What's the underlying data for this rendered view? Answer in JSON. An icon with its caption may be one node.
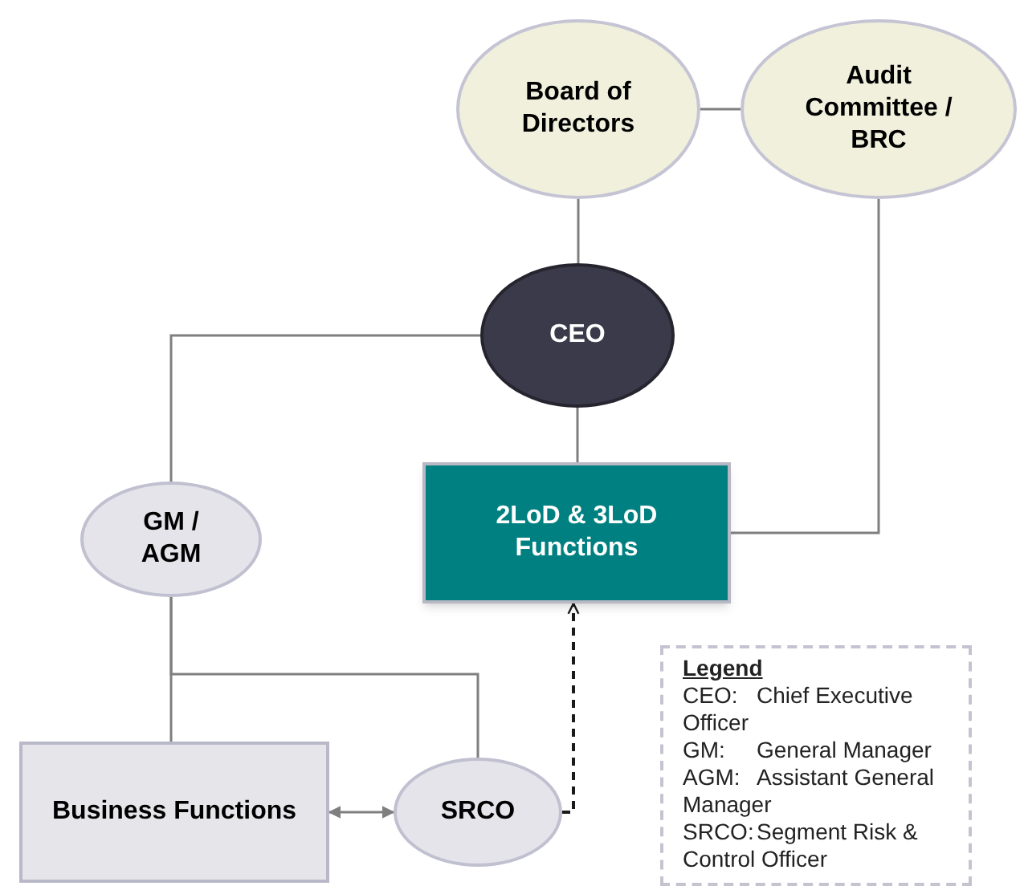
{
  "diagram": {
    "nodes": [
      {
        "text": [
          "Board of Directors"
        ]
      },
      {
        "text": [
          "Audit Committee / BRC"
        ]
      },
      {
        "text": [
          "CEO"
        ]
      },
      {
        "text": [
          "2LoD & 3LoD Functions"
        ]
      },
      {
        "text": [
          "GM / AGM"
        ]
      },
      {
        "text": [
          "Business Functions"
        ]
      },
      {
        "text": [
          "SRCO"
        ]
      }
    ],
    "edges": [
      {
        "from": 0,
        "to": 1,
        "arrow": "none"
      },
      {
        "from": 0,
        "to": 2,
        "arrow": "none"
      },
      {
        "from": 1,
        "to": 3,
        "arrow": "none"
      },
      {
        "from": 2,
        "to": 3,
        "arrow": "none"
      },
      {
        "from": 2,
        "to": 4,
        "arrow": "none"
      },
      {
        "from": 4,
        "to": 5,
        "arrow": "none"
      },
      {
        "from": 4,
        "to": 6,
        "arrow": "none"
      },
      {
        "from": 5,
        "to": 6,
        "arrow": "both"
      },
      {
        "from": 6,
        "to": 3,
        "arrow": "to",
        "style": "dashed",
        "color": "#1a1a1a"
      }
    ],
    "labels": [
      "Legend",
      "CEO:",
      "Chief Executive Officer",
      "GM:",
      "General Manager",
      "AGM:",
      "Assistant General Manager",
      "SRCO:",
      "Segment Risk & Control Officer"
    ]
  }
}
